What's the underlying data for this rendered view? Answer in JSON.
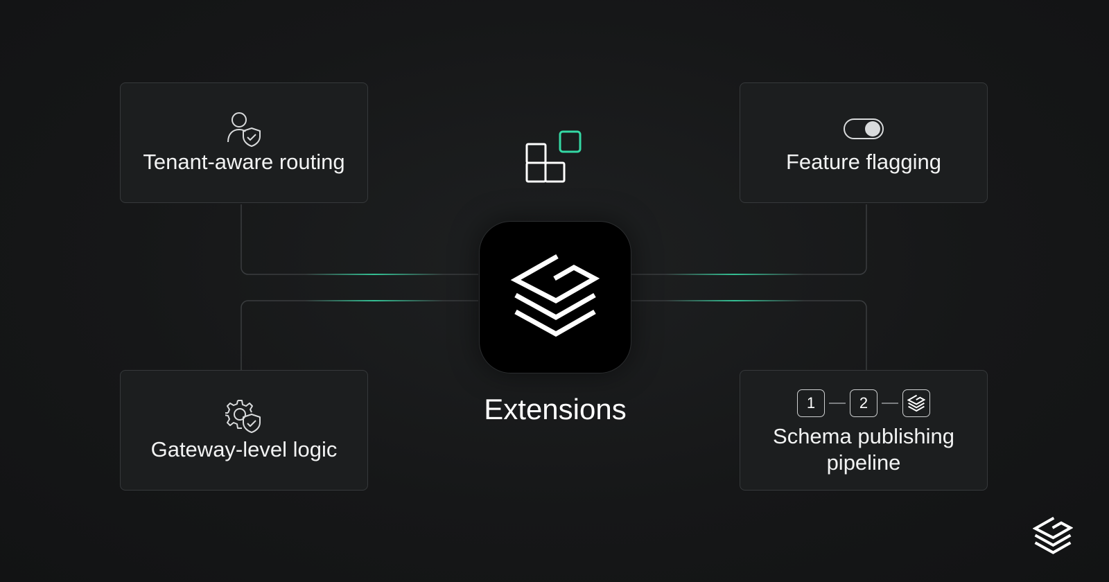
{
  "colors": {
    "background": "#161718",
    "card_background": "#1c1e1f",
    "card_border": "#36393b",
    "accent_green": "#34d8a4",
    "hub_background": "#000000"
  },
  "hub": {
    "label": "Extensions",
    "icon": "stacked-layers-logo-icon"
  },
  "extension_icon": "blocks-extension-icon",
  "cards": {
    "tenant_routing": {
      "title": "Tenant-aware routing",
      "icon": "user-shield-icon"
    },
    "feature_flagging": {
      "title": "Feature flagging",
      "icon": "toggle-switch-icon"
    },
    "gateway_logic": {
      "title": "Gateway-level logic",
      "icon": "gear-shield-icon"
    },
    "schema_pipeline": {
      "title": "Schema publishing pipeline",
      "steps": [
        "1",
        "2"
      ],
      "final_step_icon": "stacked-layers-icon"
    }
  },
  "corner_logo": "stacked-layers-logo-icon"
}
